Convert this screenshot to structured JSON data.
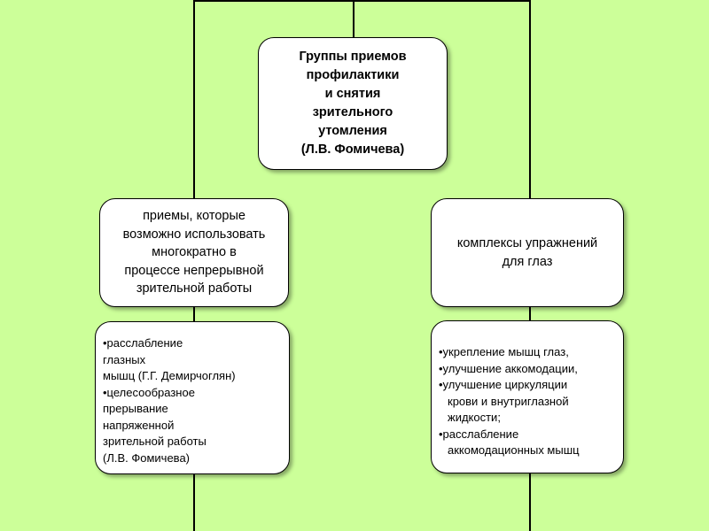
{
  "colors": {
    "background": "#ccff99",
    "box_fill": "#ffffff",
    "connector": "#000000"
  },
  "title_box": {
    "lines": [
      "Группы приемов",
      "профилактики",
      "и снятия",
      "зрительного",
      "утомления",
      "(Л.В. Фомичева)"
    ]
  },
  "left_group": {
    "lines": [
      "приемы, которые",
      "возможно использовать",
      "многократно в",
      "процессе непрерывной",
      "зрительной работы"
    ]
  },
  "right_group": {
    "lines": [
      "комплексы упражнений",
      "для глаз"
    ]
  },
  "left_details": {
    "lines": [
      "•расслабление",
      "глазных",
      "мышц (Г.Г. Демирчоглян)",
      "•целесообразное",
      "прерывание",
      "напряженной",
      "зрительной работы",
      "(Л.В. Фомичева)"
    ]
  },
  "right_details": {
    "lines": [
      "•укрепление мышц глаз,",
      "•улучшение аккомодации,",
      "•улучшение циркуляции",
      "крови и внутриглазной",
      "жидкости;",
      "•расслабление",
      "аккомодационных мышц"
    ]
  }
}
